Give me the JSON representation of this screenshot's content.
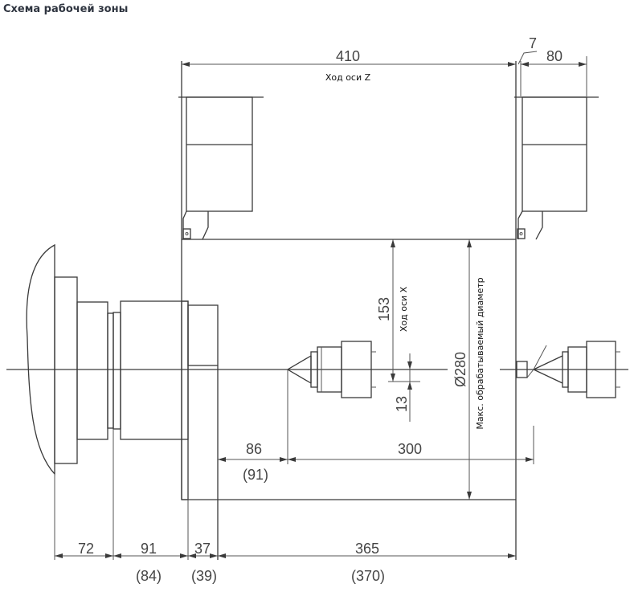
{
  "title": "Схема рабочей зоны",
  "labels": {
    "z_travel_value": "410",
    "z_travel_caption": "Ход оси Z",
    "gap_value": "7",
    "right_tool_value": "80",
    "x_travel_value": "153",
    "x_travel_caption": "Ход оси X",
    "x_over_center_value": "13",
    "max_diameter_value": "Ø280",
    "max_diameter_caption": "Макс. обрабатываемый диаметр",
    "tailstock_gap_value": "86",
    "tailstock_gap_alt": "(91)",
    "tailstock_travel_value": "300",
    "dim_a_value": "72",
    "dim_b_value": "91",
    "dim_b_alt": "(84)",
    "dim_c_value": "37",
    "dim_c_alt": "(39)",
    "dim_d_value": "365",
    "dim_d_alt": "(370)"
  }
}
